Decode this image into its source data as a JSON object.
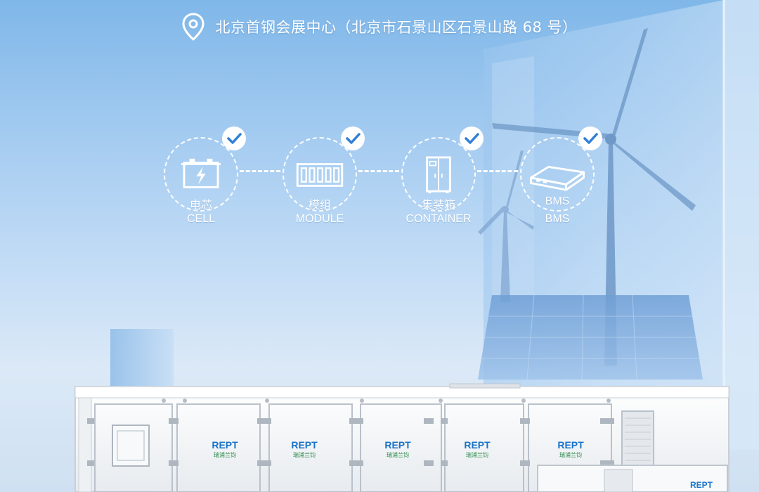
{
  "location": {
    "icon": "location-pin-icon",
    "address": "北京首钢会展中心（北京市石景山区石景山路 68 号）"
  },
  "flow": [
    {
      "icon": "battery-cell-icon",
      "label_zh": "电芯",
      "label_en": "CELL",
      "checked": true
    },
    {
      "icon": "module-icon",
      "label_zh": "模组",
      "label_en": "MODULE",
      "checked": true
    },
    {
      "icon": "container-cabinet-icon",
      "label_zh": "集装箱",
      "label_en": "CONTAINER",
      "checked": true
    },
    {
      "icon": "bms-box-icon",
      "label_zh": "BMS",
      "label_en": "BMS",
      "checked": true
    }
  ],
  "container": {
    "door_logos": [
      {
        "brand": "REPT",
        "sub": "瑞浦兰钧"
      },
      {
        "brand": "REPT",
        "sub": "瑞浦兰钧"
      },
      {
        "brand": "REPT",
        "sub": "瑞浦兰钧"
      },
      {
        "brand": "REPT",
        "sub": "瑞浦兰钧"
      },
      {
        "brand": "REPT",
        "sub": "瑞浦兰钧"
      }
    ],
    "small_cabinet_logo": "REPT"
  },
  "colors": {
    "sky_top": "#7fb7e9",
    "sky_bottom": "#dbe9f7",
    "brand_blue": "#1a73c9",
    "brand_green": "#2c8a4a",
    "container_white": "#f4f6f8"
  }
}
